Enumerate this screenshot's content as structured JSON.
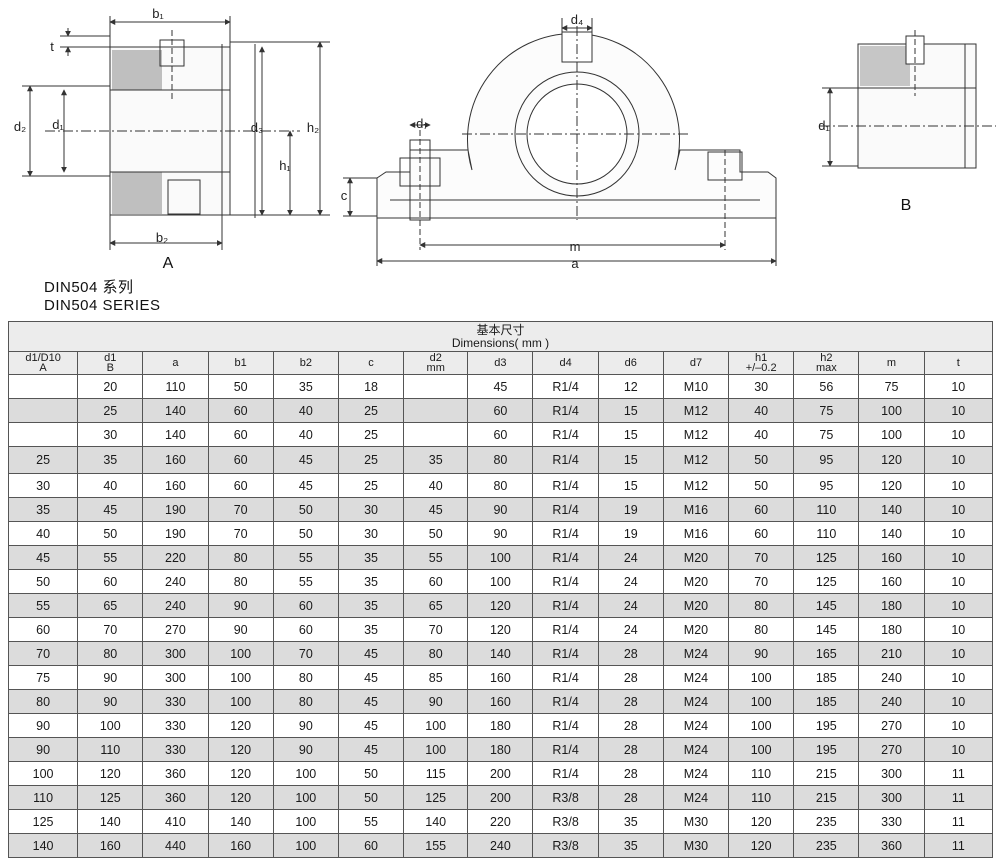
{
  "drawings": {
    "view_a": {
      "label": "A",
      "dims": {
        "b1": "b₁",
        "b2": "b₂",
        "t": "t",
        "d2": "d₂",
        "d1": "d₁"
      }
    },
    "view_main": {
      "dims": {
        "d4": "d₄",
        "d7": "d₇",
        "d3": "d₃",
        "h1": "h₁",
        "h2": "h₂",
        "c": "c",
        "m": "m",
        "a": "a"
      }
    },
    "view_b": {
      "label": "B",
      "dims": {
        "d1": "d₁"
      }
    }
  },
  "series": {
    "cn": "DIN504  系列",
    "en": "DIN504  SERIES"
  },
  "table": {
    "title_cn": "基本尺寸",
    "title_en": "Dimensions( mm )",
    "columns": [
      {
        "l1": "d1/D10",
        "l2": "A"
      },
      {
        "l1": "d1",
        "l2": "B"
      },
      {
        "l1": "a",
        "l2": ""
      },
      {
        "l1": "b1",
        "l2": ""
      },
      {
        "l1": "b2",
        "l2": ""
      },
      {
        "l1": "c",
        "l2": ""
      },
      {
        "l1": "d2",
        "l2": "mm"
      },
      {
        "l1": "d3",
        "l2": ""
      },
      {
        "l1": "d4",
        "l2": ""
      },
      {
        "l1": "d6",
        "l2": ""
      },
      {
        "l1": "d7",
        "l2": ""
      },
      {
        "l1": "h1",
        "l2": "+/–0.2"
      },
      {
        "l1": "h2",
        "l2": "max"
      },
      {
        "l1": "m",
        "l2": ""
      },
      {
        "l1": "t",
        "l2": ""
      }
    ],
    "rows": [
      [
        "",
        "20",
        "110",
        "50",
        "35",
        "18",
        "",
        "45",
        "R1/4",
        "12",
        "M10",
        "30",
        "56",
        "75",
        "10"
      ],
      [
        "",
        "25",
        "140",
        "60",
        "40",
        "25",
        "",
        "60",
        "R1/4",
        "15",
        "M12",
        "40",
        "75",
        "100",
        "10"
      ],
      [
        "",
        "30",
        "140",
        "60",
        "40",
        "25",
        "",
        "60",
        "R1/4",
        "15",
        "M12",
        "40",
        "75",
        "100",
        "10"
      ],
      [
        "25",
        "35",
        "160",
        "60",
        "45",
        "25",
        "35",
        "80",
        "R1/4",
        "15",
        "M12",
        "50",
        "95",
        "120",
        "10"
      ],
      [
        "30",
        "40",
        "160",
        "60",
        "45",
        "25",
        "40",
        "80",
        "R1/4",
        "15",
        "M12",
        "50",
        "95",
        "120",
        "10"
      ],
      [
        "35",
        "45",
        "190",
        "70",
        "50",
        "30",
        "45",
        "90",
        "R1/4",
        "19",
        "M16",
        "60",
        "110",
        "140",
        "10"
      ],
      [
        "40",
        "50",
        "190",
        "70",
        "50",
        "30",
        "50",
        "90",
        "R1/4",
        "19",
        "M16",
        "60",
        "110",
        "140",
        "10"
      ],
      [
        "45",
        "55",
        "220",
        "80",
        "55",
        "35",
        "55",
        "100",
        "R1/4",
        "24",
        "M20",
        "70",
        "125",
        "160",
        "10"
      ],
      [
        "50",
        "60",
        "240",
        "80",
        "55",
        "35",
        "60",
        "100",
        "R1/4",
        "24",
        "M20",
        "70",
        "125",
        "160",
        "10"
      ],
      [
        "55",
        "65",
        "240",
        "90",
        "60",
        "35",
        "65",
        "120",
        "R1/4",
        "24",
        "M20",
        "80",
        "145",
        "180",
        "10"
      ],
      [
        "60",
        "70",
        "270",
        "90",
        "60",
        "35",
        "70",
        "120",
        "R1/4",
        "24",
        "M20",
        "80",
        "145",
        "180",
        "10"
      ],
      [
        "70",
        "80",
        "300",
        "100",
        "70",
        "45",
        "80",
        "140",
        "R1/4",
        "28",
        "M24",
        "90",
        "165",
        "210",
        "10"
      ],
      [
        "75",
        "90",
        "300",
        "100",
        "80",
        "45",
        "85",
        "160",
        "R1/4",
        "28",
        "M24",
        "100",
        "185",
        "240",
        "10"
      ],
      [
        "80",
        "90",
        "330",
        "100",
        "80",
        "45",
        "90",
        "160",
        "R1/4",
        "28",
        "M24",
        "100",
        "185",
        "240",
        "10"
      ],
      [
        "90",
        "100",
        "330",
        "120",
        "90",
        "45",
        "100",
        "180",
        "R1/4",
        "28",
        "M24",
        "100",
        "195",
        "270",
        "10"
      ],
      [
        "90",
        "110",
        "330",
        "120",
        "90",
        "45",
        "100",
        "180",
        "R1/4",
        "28",
        "M24",
        "100",
        "195",
        "270",
        "10"
      ],
      [
        "100",
        "120",
        "360",
        "120",
        "100",
        "50",
        "115",
        "200",
        "R1/4",
        "28",
        "M24",
        "110",
        "215",
        "300",
        "11"
      ],
      [
        "110",
        "125",
        "360",
        "120",
        "100",
        "50",
        "125",
        "200",
        "R3/8",
        "28",
        "M24",
        "110",
        "215",
        "300",
        "11"
      ],
      [
        "125",
        "140",
        "410",
        "140",
        "100",
        "55",
        "140",
        "220",
        "R3/8",
        "35",
        "M30",
        "120",
        "235",
        "330",
        "11"
      ],
      [
        "140",
        "160",
        "440",
        "160",
        "100",
        "60",
        "155",
        "240",
        "R3/8",
        "35",
        "M30",
        "120",
        "235",
        "360",
        "11"
      ]
    ]
  }
}
